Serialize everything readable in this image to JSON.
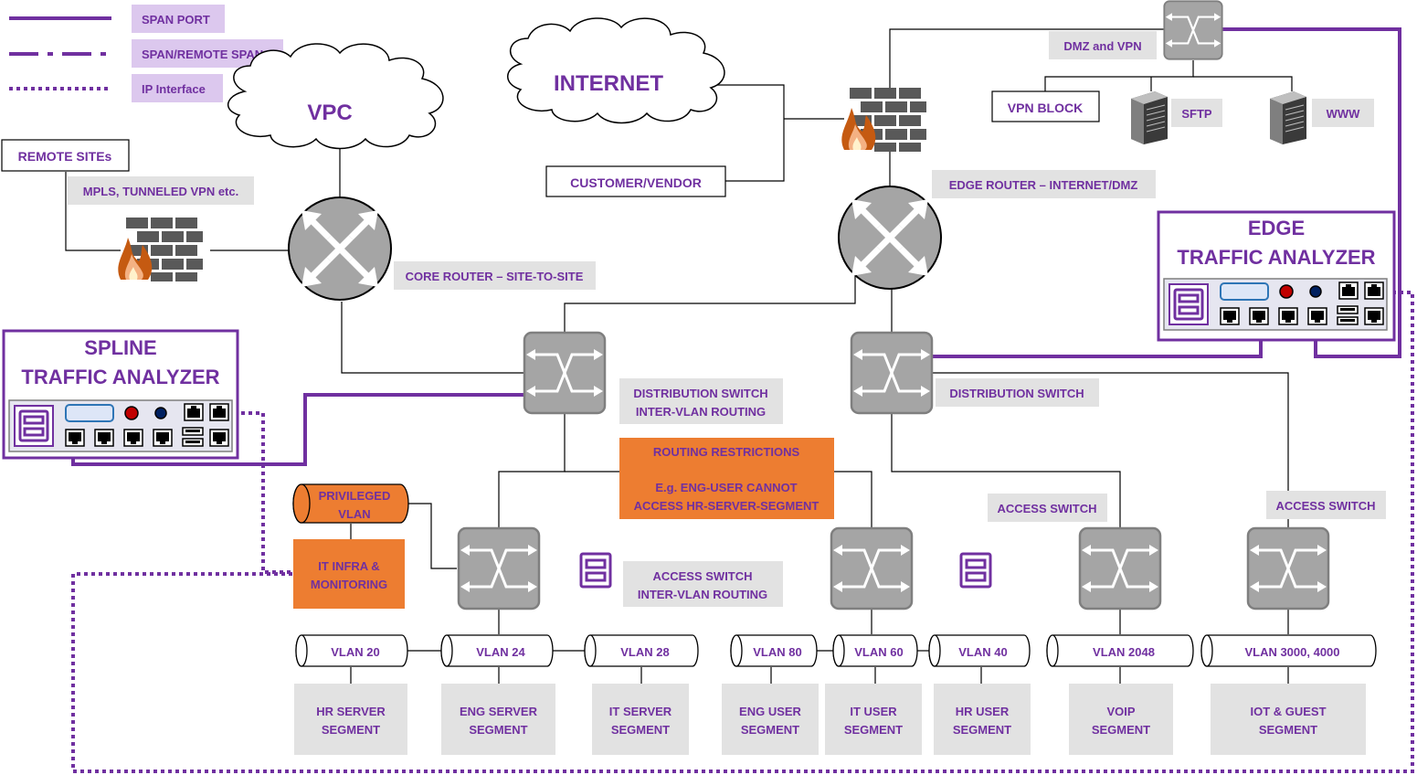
{
  "legend": {
    "span_port": "SPAN PORT",
    "span_remote": "SPAN/REMOTE SPAN",
    "ip_interface": "IP Interface",
    "accent_color": "#7030a0"
  },
  "clouds": {
    "vpc": "VPC",
    "internet": "INTERNET"
  },
  "boxes": {
    "remote_sites": "REMOTE SITEs",
    "mpls": "MPLS, TUNNELED VPN etc.",
    "customer_vendor": "CUSTOMER/VENDOR",
    "dmz_vpn": "DMZ and VPN",
    "vpn_block": "VPN BLOCK",
    "sftp": "SFTP",
    "www": "WWW",
    "edge_router": "EDGE ROUTER – INTERNET/DMZ",
    "core_router": "CORE ROUTER – SITE-TO-SITE",
    "dist_switch_1_l1": "DISTRIBUTION SWITCH",
    "dist_switch_1_l2": "INTER-VLAN ROUTING",
    "dist_switch_2": "DISTRIBUTION SWITCH",
    "access_switch_ivr_l1": "ACCESS SWITCH",
    "access_switch_ivr_l2": "INTER-VLAN ROUTING",
    "access_switch_a": "ACCESS SWITCH",
    "access_switch_b": "ACCESS SWITCH"
  },
  "routing_restrictions": {
    "title": "ROUTING RESTRICTIONS",
    "line1": "E.g. ENG-USER CANNOT",
    "line2": "ACCESS HR-SERVER-SEGMENT",
    "color": "#ed7d31"
  },
  "privileged_vlan": {
    "line1": "PRIVILEGED",
    "line2": "VLAN"
  },
  "it_infra": {
    "line1": "IT INFRA &",
    "line2": "MONITORING"
  },
  "analyzers": {
    "spline_l1": "SPLINE",
    "spline_l2": "TRAFFIC ANALYZER",
    "edge_l1": "EDGE",
    "edge_l2": "TRAFFIC ANALYZER"
  },
  "vlans": [
    "VLAN 20",
    "VLAN 24",
    "VLAN 28",
    "VLAN 80",
    "VLAN 60",
    "VLAN 40",
    "VLAN 2048",
    "VLAN 3000, 4000"
  ],
  "segments": [
    {
      "l1": "HR SERVER",
      "l2": "SEGMENT"
    },
    {
      "l1": "ENG SERVER",
      "l2": "SEGMENT"
    },
    {
      "l1": "IT SERVER",
      "l2": "SEGMENT"
    },
    {
      "l1": "ENG USER",
      "l2": "SEGMENT"
    },
    {
      "l1": "IT USER",
      "l2": "SEGMENT"
    },
    {
      "l1": "HR USER",
      "l2": "SEGMENT"
    },
    {
      "l1": "VOIP",
      "l2": "SEGMENT"
    },
    {
      "l1": "IOT & GUEST",
      "l2": "SEGMENT"
    }
  ]
}
